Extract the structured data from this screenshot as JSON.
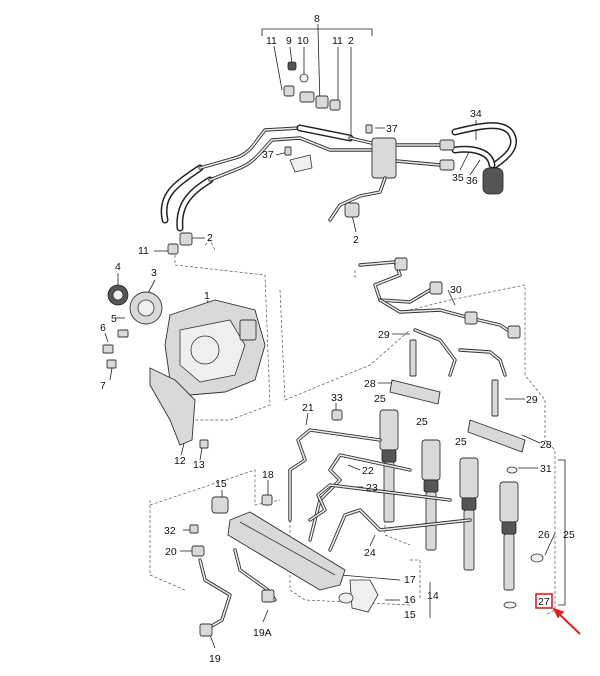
{
  "accent_color": "#e02020",
  "highlighted_part": "27",
  "callouts": {
    "c1": "1",
    "c2a": "2",
    "c2b": "2",
    "c2c": "2",
    "c3": "3",
    "c4": "4",
    "c5": "5",
    "c6": "6",
    "c7": "7",
    "c8": "8",
    "c9": "9",
    "c10": "10",
    "c11a": "11",
    "c11b": "11",
    "c11c": "11",
    "c12": "12",
    "c13": "13",
    "c14": "14",
    "c15a": "15",
    "c15b": "15",
    "c16": "16",
    "c17": "17",
    "c18": "18",
    "c19": "19",
    "c19a": "19A",
    "c20": "20",
    "c21": "21",
    "c22": "22",
    "c23": "23",
    "c24": "24",
    "c25a": "25",
    "c25b": "25",
    "c25c": "25",
    "c25d": "25",
    "c26": "26",
    "c27": "27",
    "c28a": "28",
    "c28b": "28",
    "c29a": "29",
    "c29b": "29",
    "c30": "30",
    "c31": "31",
    "c32": "32",
    "c33": "33",
    "c34": "34",
    "c35": "35",
    "c36": "36",
    "c37a": "37",
    "c37b": "37"
  }
}
